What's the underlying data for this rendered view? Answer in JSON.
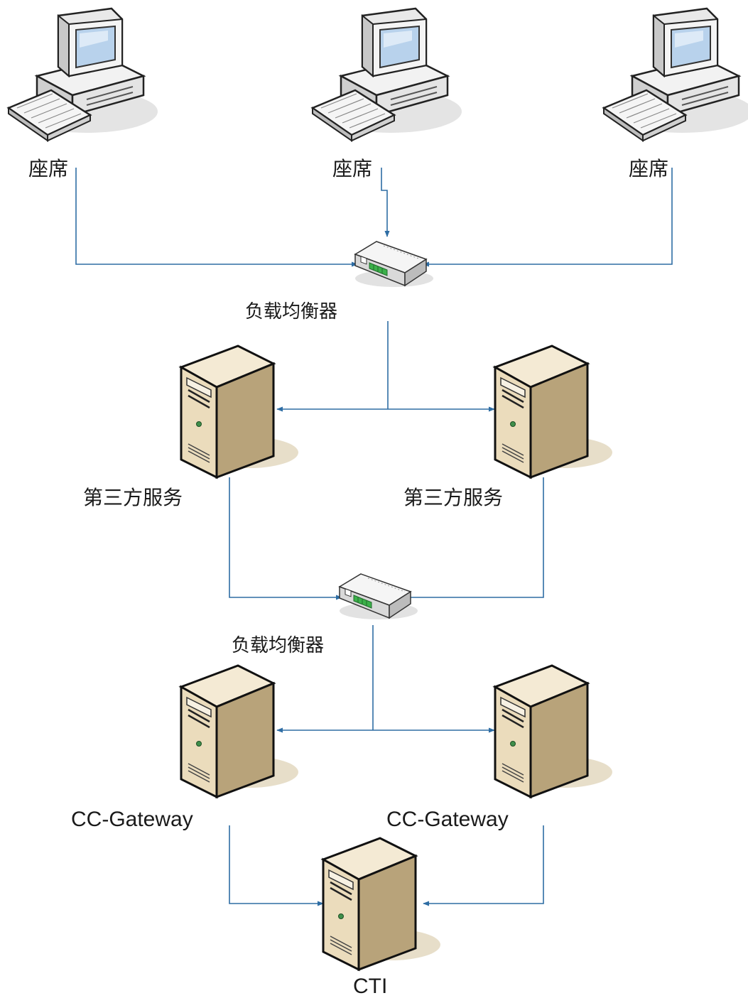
{
  "colors": {
    "connector": "#2e6da4",
    "server_body": "#e8d9b8",
    "server_side": "#b8a37a",
    "server_top": "#f4ead4",
    "pc_body": "#dcdcdc",
    "screen": "#b8d2ec",
    "switch_led": "#3cb04a"
  },
  "icons": {
    "workstation": "desktop-computer-icon",
    "load_balancer": "network-switch-icon",
    "server": "tower-server-icon"
  },
  "nodes": {
    "agent_1": "座席",
    "agent_2": "座席",
    "agent_3": "座席",
    "lb_1": "负载均衡器",
    "service_1": "第三方服务",
    "service_2": "第三方服务",
    "lb_2": "负载均衡器",
    "gateway_1": "CC-Gateway",
    "gateway_2": "CC-Gateway",
    "cti": "CTI"
  }
}
